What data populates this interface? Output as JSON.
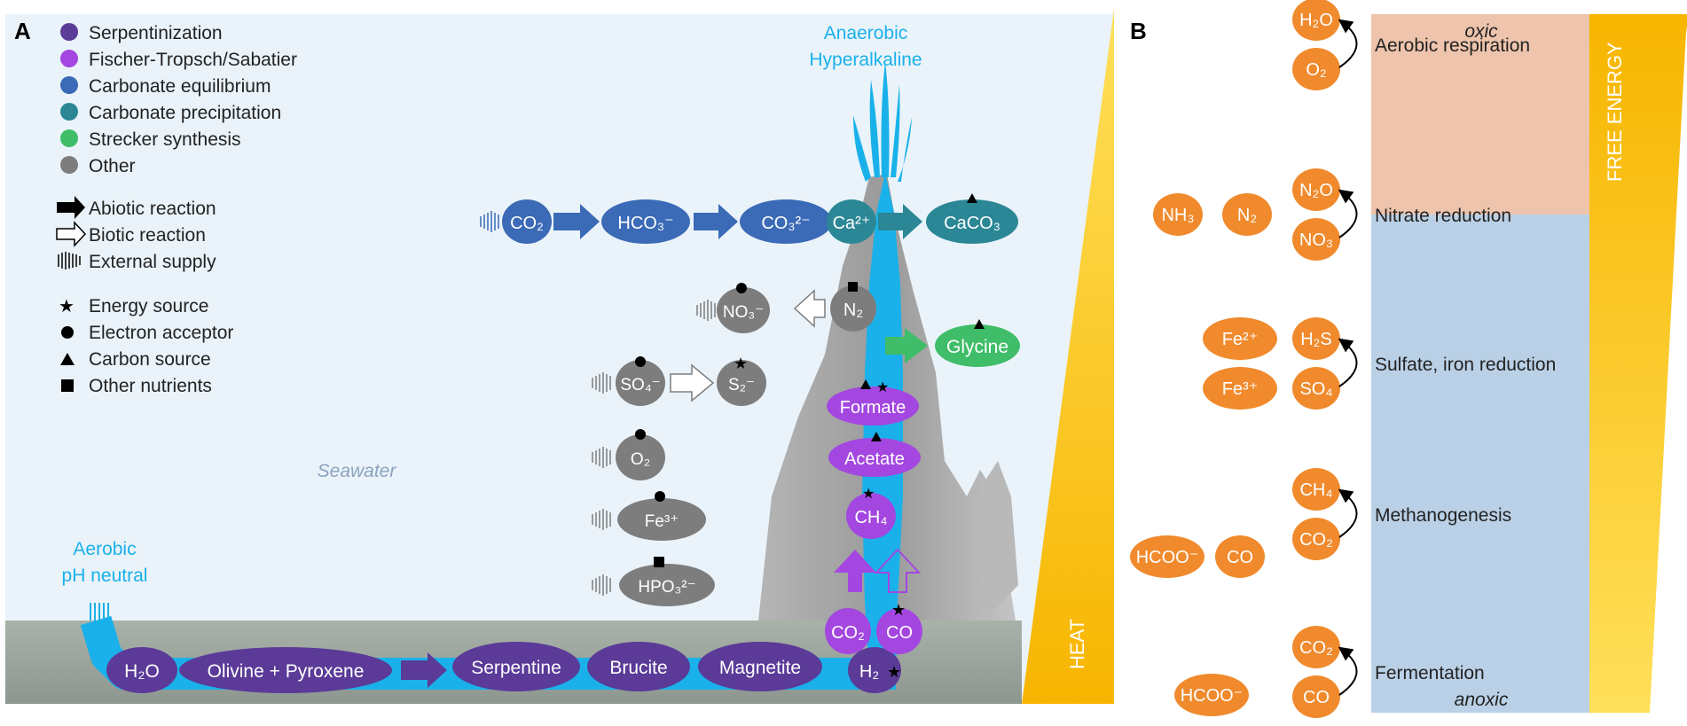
{
  "panels": {
    "a": "A",
    "b": "B"
  },
  "legend": {
    "processes": [
      {
        "label": "Serpentinization",
        "color": "#5b3a98"
      },
      {
        "label": "Fischer-Tropsch/Sabatier",
        "color": "#a347e0"
      },
      {
        "label": "Carbonate equilibrium",
        "color": "#3b6ab6"
      },
      {
        "label": "Carbonate precipitation",
        "color": "#2b8795"
      },
      {
        "label": "Strecker synthesis",
        "color": "#3fbd68"
      },
      {
        "label": "Other",
        "color": "#7d7d7d"
      }
    ],
    "arrows": [
      "Abiotic reaction",
      "Biotic reaction",
      "External supply"
    ],
    "roles": [
      "Energy source",
      "Electron acceptor",
      "Carbon source",
      "Other nutrients"
    ]
  },
  "labels": {
    "seawater": "Seawater",
    "aerobic1": "Aerobic",
    "aerobic2": "pH neutral",
    "anaerobic1": "Anaerobic",
    "anaerobic2": "Hyperalkaline",
    "heat": "HEAT",
    "free_energy": "FREE ENERGY",
    "oxic": "oxic",
    "anoxic": "anoxic"
  },
  "serpentinization": {
    "h2o": "H₂O",
    "olivine": "Olivine + Pyroxene",
    "serpentine": "Serpentine",
    "brucite": "Brucite",
    "magnetite": "Magnetite",
    "h2": "H₂"
  },
  "carbonate": {
    "co2": "CO₂",
    "hco3": "HCO₃⁻",
    "co3": "CO₃²⁻",
    "ca": "Ca²⁺",
    "caco3": "CaCO₃"
  },
  "other_species": {
    "no3": "NO₃⁻",
    "n2": "N₂",
    "so4": "SO₄⁻",
    "s2": "S₂⁻",
    "o2": "O₂",
    "fe3": "Fe³⁺",
    "hpo3": "HPO₃²⁻"
  },
  "strecker": {
    "glycine": "Glycine"
  },
  "fischer_tropsch": {
    "formate": "Formate",
    "acetate": "Acetate",
    "ch4": "CH₄",
    "co2": "CO₂",
    "co": "CO"
  },
  "panel_b": {
    "reactions": [
      {
        "label": "Aerobic respiration",
        "upper": "H₂O",
        "lower": "O₂",
        "left": []
      },
      {
        "label": "Nitrate reduction",
        "upper": "N₂O",
        "lower": "NO₃",
        "left": [
          "NH₃",
          "N₂"
        ]
      },
      {
        "label": "Sulfate, iron reduction",
        "upper": "H₂S",
        "lower": "SO₄",
        "left": [
          "Fe²⁺",
          "Fe³⁺"
        ]
      },
      {
        "label": "Methanogenesis",
        "upper": "CH₄",
        "lower": "CO₂",
        "left": [
          "HCOO⁻",
          "CO"
        ]
      },
      {
        "label": "Fermentation",
        "upper": "CO₂",
        "lower": "CO",
        "left": [
          "HCOO⁻"
        ]
      }
    ]
  }
}
